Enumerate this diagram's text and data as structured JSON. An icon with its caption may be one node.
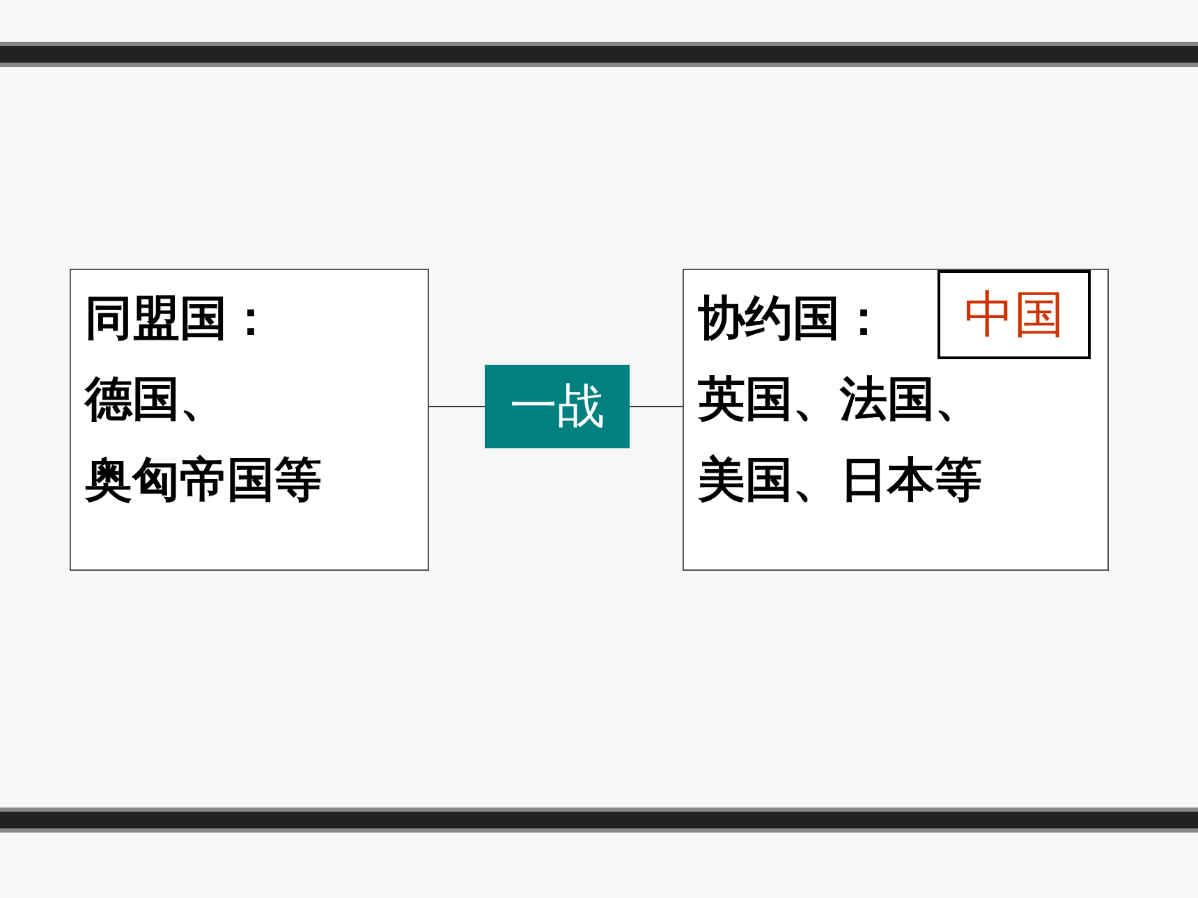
{
  "diagram": {
    "nodes": [
      {
        "text": [
          "同盟国：",
          "德国、奥匈帝国等"
        ]
      },
      {
        "text": [
          "一战"
        ]
      },
      {
        "text": [
          "协约国：",
          "英国、法国、美国、日本等"
        ]
      },
      {
        "text": [
          "中国"
        ],
        "in": 2
      }
    ],
    "edges": [
      {
        "from": 0,
        "to": 1,
        "arrow": "none"
      },
      {
        "from": 1,
        "to": 2,
        "arrow": "none"
      }
    ]
  }
}
